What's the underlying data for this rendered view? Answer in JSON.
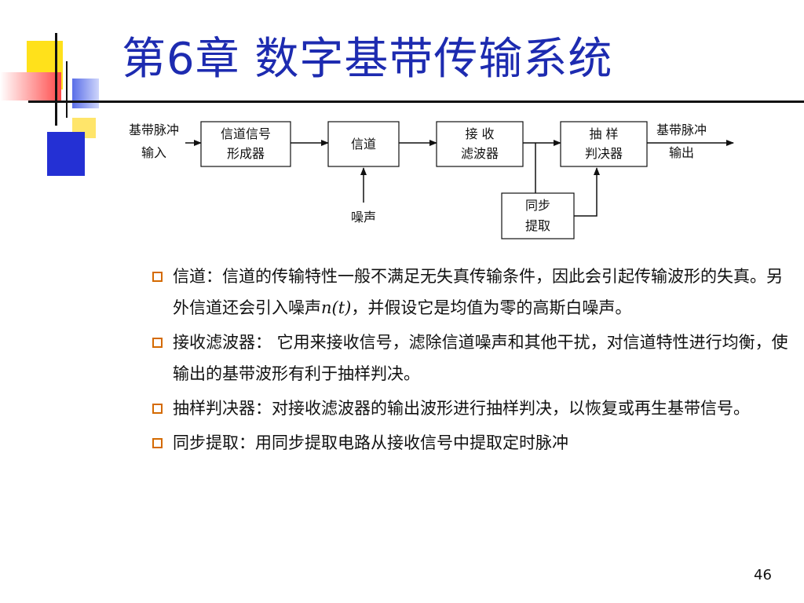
{
  "slide": {
    "title": "第6章 数字基带传输系统",
    "page_number": "46"
  },
  "diagram": {
    "input_label_1": "基带脉冲",
    "input_label_2": "输入",
    "block_formation_1": "信道信号",
    "block_formation_2": "形成器",
    "block_channel": "信道",
    "block_filter_1": "接 收",
    "block_filter_2": "滤波器",
    "block_decision_1": "抽 样",
    "block_decision_2": "判决器",
    "output_label_1": "基带脉冲",
    "output_label_2": "输出",
    "noise_label": "噪声",
    "block_sync_1": "同步",
    "block_sync_2": "提取"
  },
  "bullets": [
    {
      "text_before": "信道：信道的传输特性一般不满足无失真传输条件，因此会引起传输波形的失真。另外信道还会引入噪声",
      "math": "n(t)",
      "text_after": "，并假设它是均值为零的高斯白噪声。"
    },
    {
      "text": "接收滤波器： 它用来接收信号，滤除信道噪声和其他干扰，对信道特性进行均衡，使输出的基带波形有利于抽样判决。"
    },
    {
      "text": "抽样判决器：对接收滤波器的输出波形进行抽样判决，以恢复或再生基带信号。"
    },
    {
      "text": "同步提取：用同步提取电路从接收信号中提取定时脉冲"
    }
  ]
}
